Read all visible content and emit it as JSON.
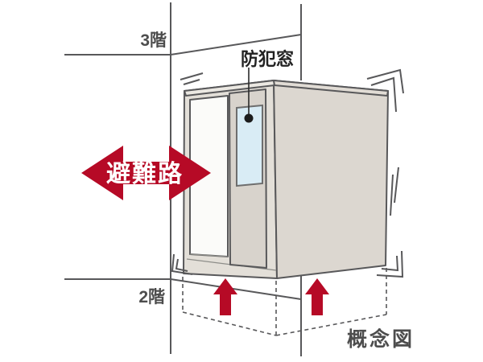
{
  "diagram": {
    "caption": "概念図",
    "floors": {
      "top_label": "3階",
      "bottom_label": "2階"
    },
    "labels": {
      "security_window": "防犯窓",
      "evacuation_route": "避難路"
    },
    "colors": {
      "accent_red": "#b60a26",
      "line_gray": "#58585a",
      "text_gray": "#4d4d4d",
      "text_dark": "#222222",
      "glass_blue": "#d9ecf5",
      "front_face": "#e3dfd8",
      "right_face": "#dcd7d0",
      "top_face": "#ebe8e2",
      "door_panel": "#d8d3cc",
      "opening_white": "#fbfbf9"
    },
    "icons": {
      "route_arrow": "double-headed-horizontal-arrow",
      "lift_arrow_left": "up-arrow",
      "lift_arrow_right": "up-arrow",
      "quake_marks": "vibration-marks",
      "window_marker": "leader-dot"
    }
  }
}
